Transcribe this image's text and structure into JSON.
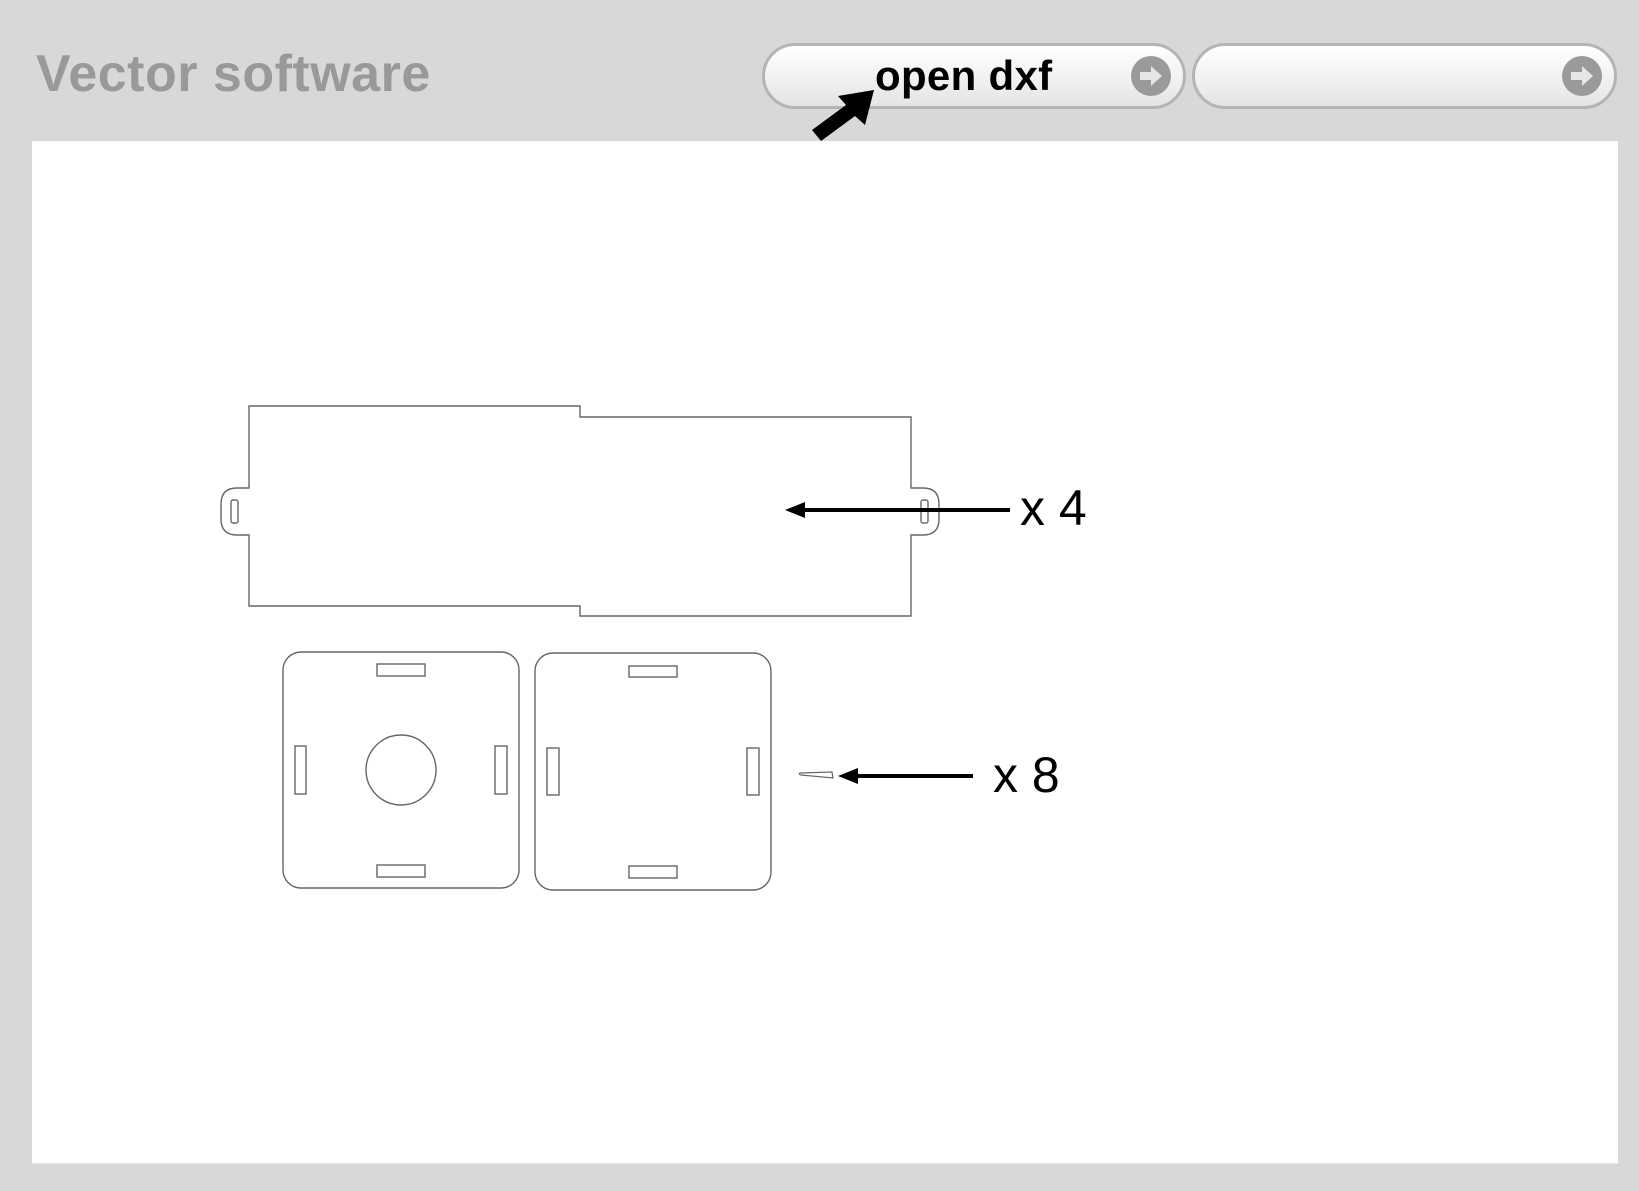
{
  "header": {
    "title": "Vector software"
  },
  "toolbar": {
    "buttons": [
      {
        "label": "open dxf",
        "icon": "arrow-right-circle-icon"
      },
      {
        "label": "",
        "icon": "arrow-right-circle-icon"
      }
    ]
  },
  "canvas": {
    "parts": [
      {
        "name": "side-panel",
        "quantity_label": "x 4"
      },
      {
        "name": "square-panel-with-hole"
      },
      {
        "name": "square-panel-plain"
      },
      {
        "name": "wedge-pin",
        "quantity_label": "x 8"
      }
    ]
  },
  "colors": {
    "background": "#d8d8d8",
    "title": "#999999",
    "canvas": "#ffffff",
    "outline": "#666666",
    "icon": "#9a9a9a"
  }
}
